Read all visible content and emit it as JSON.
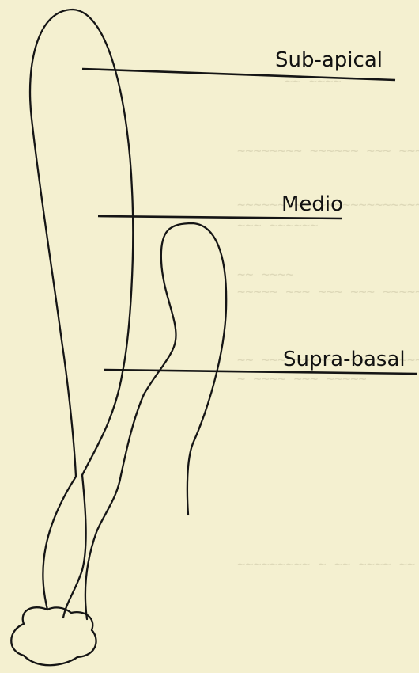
{
  "levels": {
    "sub_apical": {
      "label": "Sub-apical"
    },
    "medio": {
      "label": "Medio"
    },
    "supra_basal": {
      "label": "Supra-basal"
    }
  },
  "colors": {
    "paper": "#f4f0d0",
    "ink": "#151515",
    "bleed_through": "#ddd8b8"
  }
}
